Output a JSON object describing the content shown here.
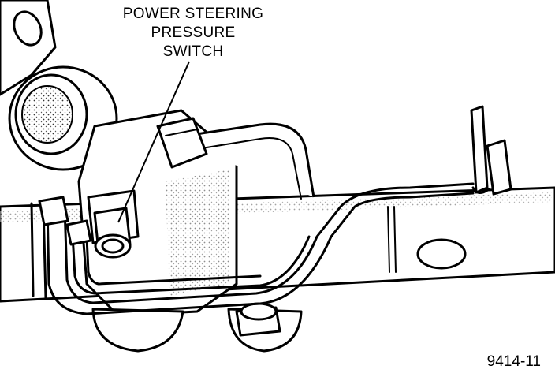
{
  "callout": {
    "line1": "POWER STEERING",
    "line2": "PRESSURE",
    "line3": "SWITCH"
  },
  "figure_number": "9414-11"
}
